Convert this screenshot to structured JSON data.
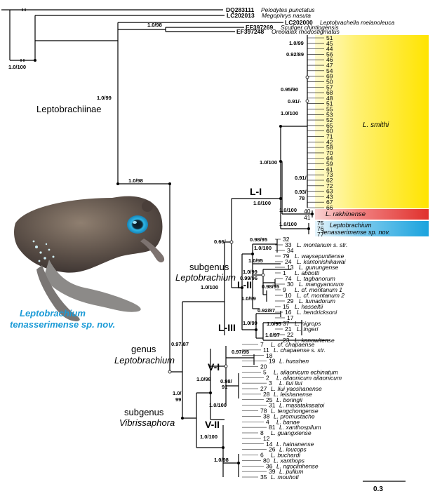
{
  "colors": {
    "smithi_box": "#ffe400",
    "rakhinense_box": "#e0312d",
    "rakhinense_box_light": "#f4a6a6",
    "tenasserimense_box": "#1ba3dd",
    "tenasserimense_box_light": "#bfe6f6",
    "new_species_text": "#1a9ad6",
    "lines": "#000000"
  },
  "outgroups": [
    {
      "acc": "DQ283111",
      "name": "Pelodytes punctatus"
    },
    {
      "acc": "LC202013",
      "name": "Megophrys nasuta"
    },
    {
      "acc": "LC202000",
      "name": "Leptobrachella melanoleuca"
    },
    {
      "acc": "EF397269",
      "name": "Scutiger chintingensis"
    },
    {
      "acc": "EF397248",
      "name": "Oreolalax rhodostigmatus"
    }
  ],
  "smithi_tips": [
    "51",
    "45",
    "44",
    "56",
    "46",
    "47",
    "54",
    "69",
    "50",
    "57",
    "68",
    "48",
    "51",
    "55",
    "53",
    "52",
    "65",
    "60",
    "71",
    "42",
    "58",
    "70",
    "64",
    "59",
    "61",
    "73",
    "62",
    "72",
    "63",
    "43",
    "67",
    "66"
  ],
  "groups": {
    "smithi": "L. smithi",
    "rakhinense": "L. rakhinense",
    "rakhinense_tips": [
      "40",
      "41"
    ],
    "tenasserimense_line1": "Leptobrachium",
    "tenasserimense_line2": "tenasserimense sp. nov.",
    "tenasserimense_tips": [
      "75",
      "76",
      "77"
    ]
  },
  "labels": {
    "leptobrachiinae": "Leptobrachiinae",
    "clade_L1": "L-I",
    "clade_L2": "L-II",
    "clade_L3": "L-III",
    "clade_V1": "V-I",
    "clade_V2": "V-II",
    "subgenus1": "subgenus",
    "subgenus1_name": "Leptobrachium",
    "genus": "genus",
    "genus_name": "Leptobrachium",
    "subgenus2": "subgenus",
    "subgenus2_name": "Vibrissaphora",
    "photo_caption1": "Leptobrachium",
    "photo_caption2": "tenasserimense sp. nov.",
    "scale": "0.3"
  },
  "supports": {
    "root": "1.0/100",
    "outgroup_node": "1.0/98",
    "leptobrachiinae": "1.0/99",
    "lepto_genus": "1.0/98",
    "smithi_a": "1.0/99",
    "smithi_b": "0.92/89",
    "smithi_c": "0.95/90",
    "smithi_d": "0.91/-",
    "smithi_clade": "1.0/100",
    "smithi_e": "0.91/",
    "smithi_f": "0.93/",
    "smithi_g": "78",
    "L1_inner": "1.0/100",
    "L1": "1.0/100",
    "rakhinense": "1.0/100",
    "tenasserimense": "1.0/100",
    "subg_lepto": "0.66/-",
    "montanum_a": "0.98/95",
    "montanum_b": "1.0/100",
    "L2_a": "1.0/95",
    "L2_b": "1.0/99",
    "L2_c": "0.99/96",
    "L2_d": "0.98/95",
    "L2_e": "1.0/99",
    "L2_L3": "1.0/100",
    "hendricksoni": "0.92/87",
    "L3": "1.0/99",
    "nigrops": "1.0/95",
    "L3_b": "1.0/97",
    "genus": "0.97/87",
    "vibri": "1.0/99",
    "V1_a": "0.97/95",
    "V1": "1.0/98",
    "V1_b": "0.98/91",
    "V1_c": "1.0/100",
    "V2": "1.0/100",
    "V2_b": "1.0/98"
  },
  "taxa_L": [
    {
      "num": "32",
      "name": ""
    },
    {
      "num": "33",
      "name": "L. montanum s. str."
    },
    {
      "num": "34",
      "name": ""
    },
    {
      "num": "79",
      "name": "L. waysepuntiense"
    },
    {
      "num": "24",
      "name": "L. kantonishikawai"
    },
    {
      "num": "13",
      "name": "L. gunungense"
    },
    {
      "num": "1",
      "name": "L. abbotti"
    },
    {
      "num": "74",
      "name": "L. tagbanorum"
    },
    {
      "num": "30",
      "name": "L. mangyanorum"
    },
    {
      "num": "9",
      "name": "L. cf. montanum 1"
    },
    {
      "num": "10",
      "name": "L. cf. montanum 2"
    },
    {
      "num": "29",
      "name": "L. lumadorum"
    },
    {
      "num": "15",
      "name": "L. hasseltii"
    },
    {
      "num": "16",
      "name": "L. hendricksoni"
    },
    {
      "num": "17",
      "name": ""
    },
    {
      "num": "37",
      "name": "L. nigrops"
    },
    {
      "num": "21",
      "name": "L. ingeri"
    },
    {
      "num": "22",
      "name": ""
    },
    {
      "num": "23",
      "name": "L. kanowitense"
    }
  ],
  "taxa_V": [
    {
      "num": "7",
      "name": "L. cf. chapaense"
    },
    {
      "num": "11",
      "name": "L. chapaense s. str."
    },
    {
      "num": "18",
      "name": ""
    },
    {
      "num": "19",
      "name": "L. huashen"
    },
    {
      "num": "20",
      "name": ""
    },
    {
      "num": "5",
      "name": "L. ailaonicum echinatum"
    },
    {
      "num": "2",
      "name": "L. ailaonicum ailaonicum"
    },
    {
      "num": "3",
      "name": "L. liui liui"
    },
    {
      "num": "27",
      "name": "L. liui yaoshanense"
    },
    {
      "num": "28",
      "name": "L. leishanense"
    },
    {
      "num": "25",
      "name": "L. boringii"
    },
    {
      "num": "31",
      "name": "L. masatakasatoi"
    },
    {
      "num": "78",
      "name": "L. tengchongense"
    },
    {
      "num": "38",
      "name": "L. promustache"
    },
    {
      "num": "4",
      "name": "L. banae"
    },
    {
      "num": "81",
      "name": "L. xanthospilum"
    },
    {
      "num": "8",
      "name": "L. guangxiense"
    },
    {
      "num": "12",
      "name": ""
    },
    {
      "num": "14",
      "name": "L. hainanense"
    },
    {
      "num": "26",
      "name": "L. leucops"
    },
    {
      "num": "6",
      "name": "L. buchardi"
    },
    {
      "num": "80",
      "name": "L. xanthops"
    },
    {
      "num": "36",
      "name": "L. ngoclinhense"
    },
    {
      "num": "39",
      "name": "L. pullum"
    },
    {
      "num": "35",
      "name": "L. mouhoti"
    }
  ]
}
